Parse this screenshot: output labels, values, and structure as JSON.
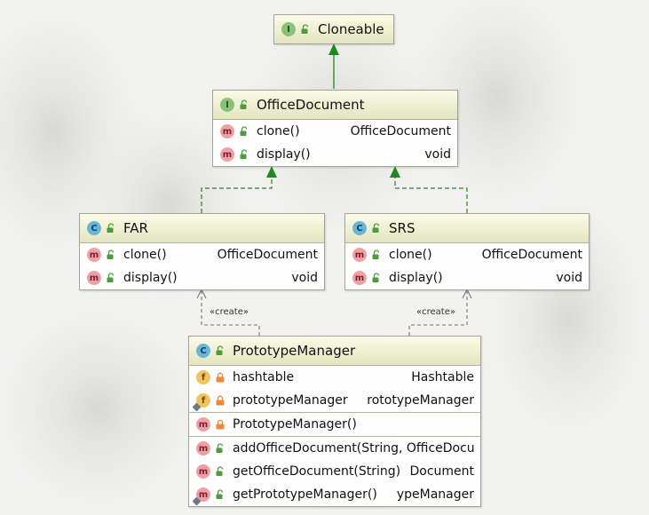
{
  "colors": {
    "extends_arrow": "#1f8a1f",
    "dependency_arrow": "#777777",
    "header_bg": "#efefd2",
    "interface_badge": "#8ac27a",
    "class_badge": "#6ab6d8",
    "method_badge": "#efa0a6",
    "field_badge": "#f2c25e"
  },
  "cloneable": {
    "kind": "I",
    "name": "Cloneable"
  },
  "office_document": {
    "kind": "I",
    "name": "OfficeDocument",
    "methods": [
      {
        "kind": "m",
        "name": "clone()",
        "type": "OfficeDocument"
      },
      {
        "kind": "m",
        "name": "display()",
        "type": "void"
      }
    ]
  },
  "far": {
    "kind": "C",
    "name": "FAR",
    "methods": [
      {
        "kind": "m",
        "name": "clone()",
        "type": "OfficeDocument"
      },
      {
        "kind": "m",
        "name": "display()",
        "type": "void"
      }
    ]
  },
  "srs": {
    "kind": "C",
    "name": "SRS",
    "methods": [
      {
        "kind": "m",
        "name": "clone()",
        "type": "OfficeDocument"
      },
      {
        "kind": "m",
        "name": "display()",
        "type": "void"
      }
    ]
  },
  "prototype_manager": {
    "kind": "C",
    "name": "PrototypeManager",
    "fields": [
      {
        "kind": "f",
        "name": "hashtable",
        "type": "Hashtable"
      },
      {
        "kind": "f",
        "name": "prototypeManager",
        "type": "rototypeManager"
      }
    ],
    "constructors": [
      {
        "kind": "m",
        "name": "PrototypeManager()"
      }
    ],
    "methods": [
      {
        "kind": "m",
        "name": "addOfficeDocument(String, OfficeDocu"
      },
      {
        "kind": "m",
        "name": "getOfficeDocument(String)",
        "type": "Document"
      },
      {
        "kind": "m",
        "name": "getPrototypeManager()",
        "type": "ypeManager"
      }
    ]
  },
  "relations": {
    "create_label_left": "«create»",
    "create_label_right": "«create»"
  }
}
